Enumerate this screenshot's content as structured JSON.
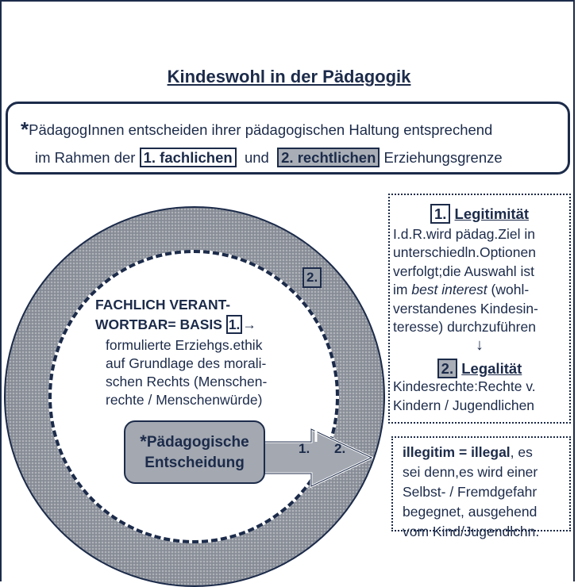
{
  "title": "Kindeswohl in der Pädagogik",
  "top_box": {
    "star": "*",
    "line1": "PädagogInnen entscheiden ihrer pädagogischen Haltung entsprechend",
    "line2_pre": "im Rahmen der",
    "box1": "1. fachlichen",
    "line2_mid": "und",
    "box2": "2. rechtlichen",
    "line2_post": "Erziehungsgrenze"
  },
  "circle": {
    "outer_label": "2.",
    "heading_line1": "FACHLICH VERANT-",
    "heading_line2": "WORTBAR= BASIS",
    "heading_num": "1.",
    "heading_arrow": "→",
    "body": [
      "formulierte Erziehgs.ethik",
      "auf Grundlage des morali-",
      "schen Rechts (Menschen-",
      "rechte / Menschenwürde)"
    ]
  },
  "decision": {
    "star": "*",
    "line1": "Pädagogische",
    "line2": "Entscheidung"
  },
  "arrow": {
    "label1": "1.",
    "label2": "2."
  },
  "legitimitaet": {
    "num": "1.",
    "title": "Legitimität",
    "lines": [
      "I.d.R.wird pädag.Ziel in",
      "unterschiedln.Optionen",
      "verfolgt;die Auswahl ist"
    ],
    "line4_pre": "im",
    "line4_em": "best interest",
    "line4_post": "(wohl-",
    "lines_end": [
      "verstandenes Kindesin-",
      "teresse) durchzuführen"
    ],
    "down_arrow": "↓"
  },
  "legalitaet": {
    "num": "2.",
    "title": "Legalität",
    "lines": [
      "Kindesrechte:Rechte v.",
      "Kindern / Jugendlichen"
    ]
  },
  "illegitim": {
    "bold": "illegitim = illegal",
    "rest1": ", es",
    "lines": [
      "sei denn,es wird einer",
      "Selbst- / Fremdgefahr",
      "begegnet, ausgehend",
      "vom Kind/Jugendlchn."
    ]
  },
  "colors": {
    "navy": "#1c2b4a",
    "gray": "#8a8f99",
    "box_gray": "#a9aeb6"
  }
}
